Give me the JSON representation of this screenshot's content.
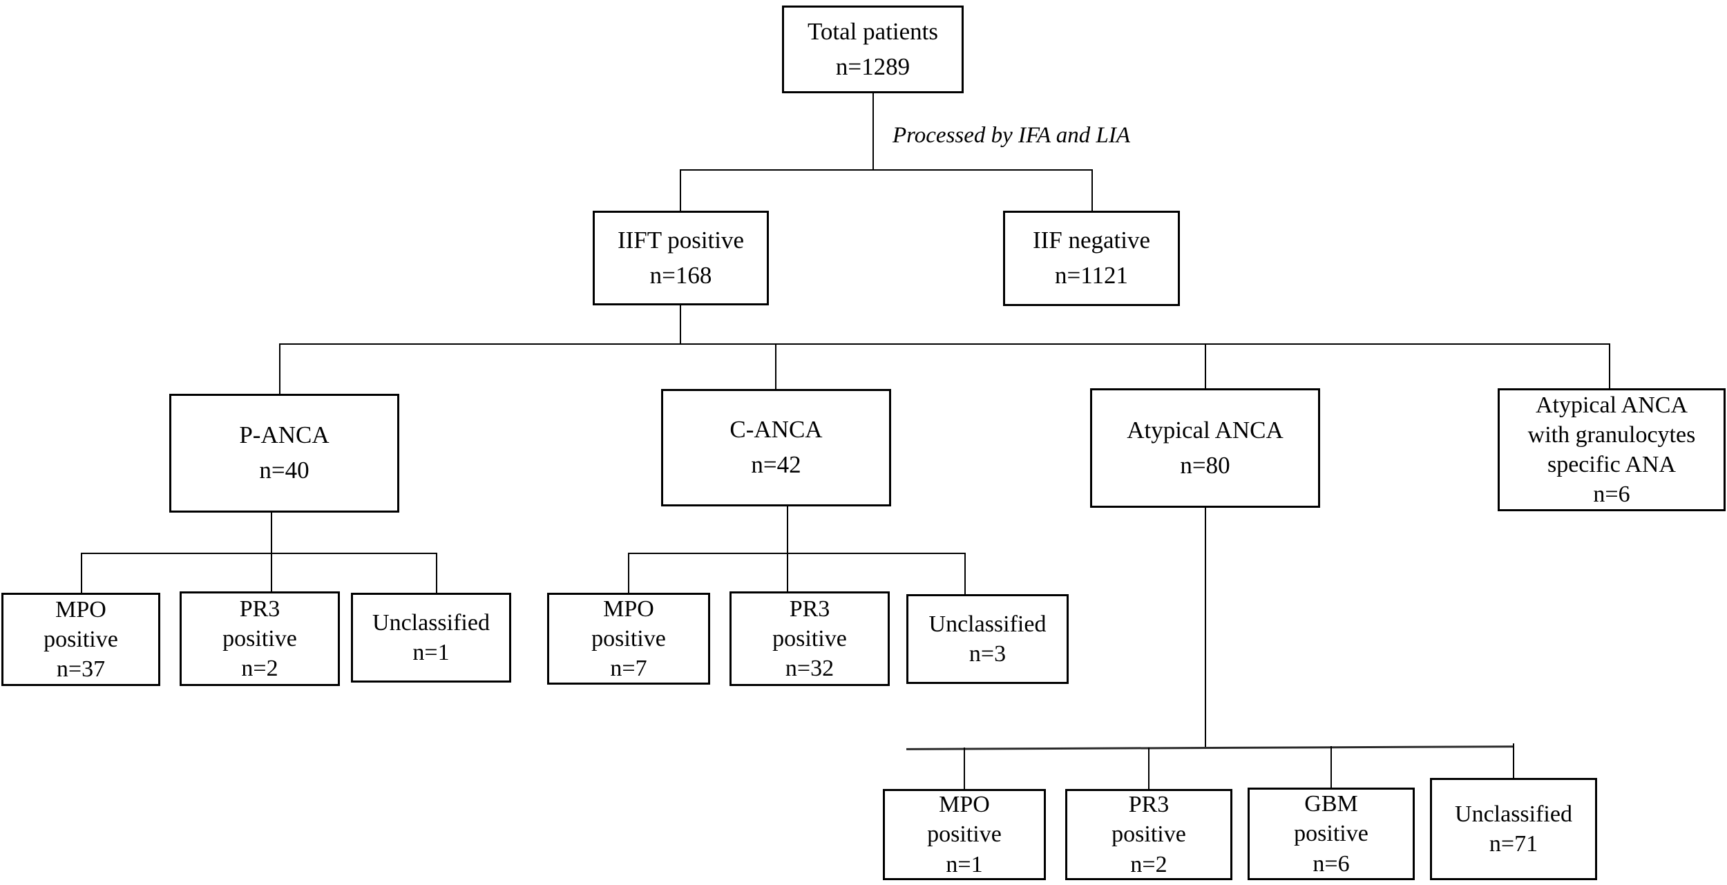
{
  "figure": {
    "annotation": "Processed by IFA and LIA",
    "nodes": {
      "total": {
        "lines": [
          "Total patients",
          "n=1289"
        ]
      },
      "iift_pos": {
        "lines": [
          "IIFT positive",
          "n=168"
        ]
      },
      "iif_neg": {
        "lines": [
          "IIF negative",
          "n=1121"
        ]
      },
      "p_anca": {
        "lines": [
          "P-ANCA",
          "n=40"
        ]
      },
      "c_anca": {
        "lines": [
          "C-ANCA",
          "n=42"
        ]
      },
      "atypical": {
        "lines": [
          "Atypical ANCA",
          "n=80"
        ]
      },
      "atypical_ana": {
        "lines": [
          "Atypical ANCA",
          "with granulocytes",
          "specific ANA",
          "n=6"
        ]
      },
      "panca_mpo": {
        "lines": [
          "MPO",
          "positive",
          "n=37"
        ]
      },
      "panca_pr3": {
        "lines": [
          "PR3",
          "positive",
          "n=2"
        ]
      },
      "panca_uncl": {
        "lines": [
          "Unclassified",
          "n=1"
        ]
      },
      "canca_mpo": {
        "lines": [
          "MPO",
          "positive",
          "n=7"
        ]
      },
      "canca_pr3": {
        "lines": [
          "PR3",
          "positive",
          "n=32"
        ]
      },
      "canca_uncl": {
        "lines": [
          "Unclassified",
          "n=3"
        ]
      },
      "atyp_mpo": {
        "lines": [
          "MPO",
          "positive",
          "n=1"
        ]
      },
      "atyp_pr3": {
        "lines": [
          "PR3",
          "positive",
          "n=2"
        ]
      },
      "atyp_gbm": {
        "lines": [
          "GBM",
          "positive",
          "n=6"
        ]
      },
      "atyp_uncl": {
        "lines": [
          "Unclassified",
          "n=71"
        ]
      }
    }
  }
}
